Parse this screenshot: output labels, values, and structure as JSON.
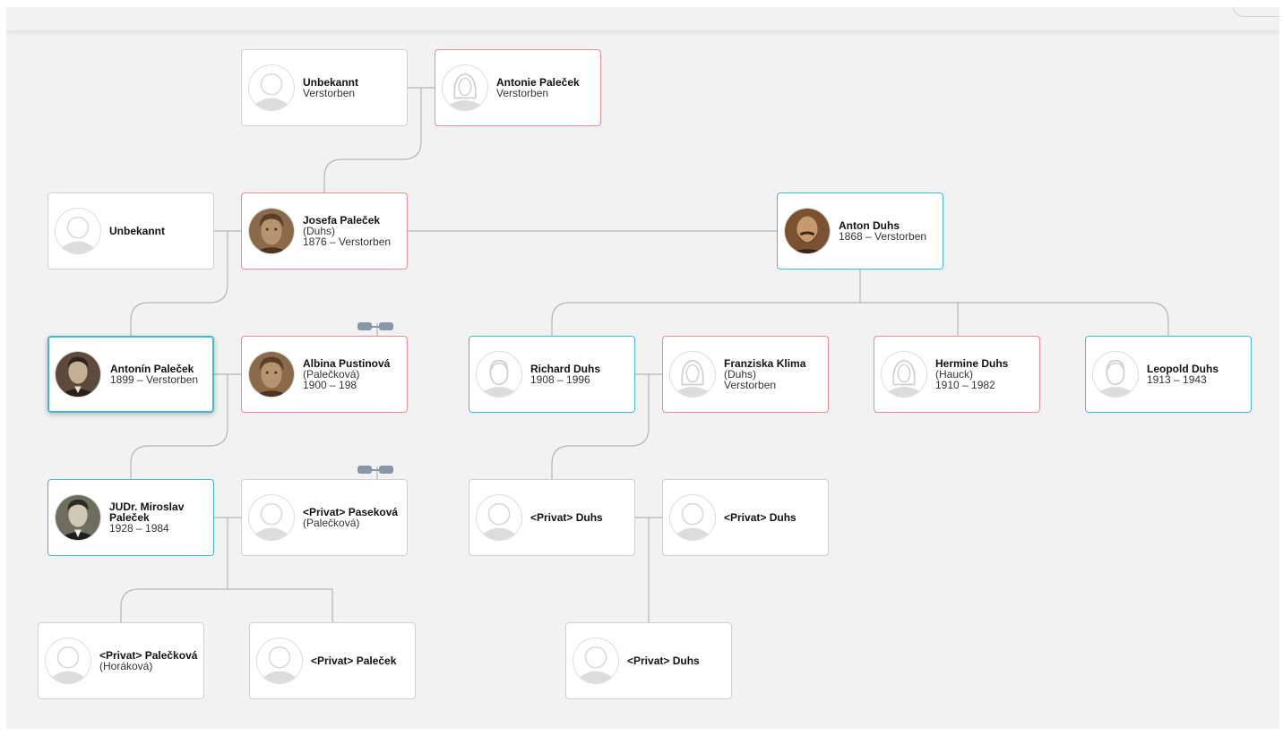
{
  "colors": {
    "female_border": "#f08b8b",
    "male_border": "#3fb9d3",
    "neutral_border": "#cfcfcf",
    "connector": "#b5b5b5",
    "canvas": "#f2f2f2"
  },
  "people": [
    {
      "id": "unbekannt-1",
      "gender": "unknown",
      "photo": "placeholder-icon",
      "name": "Unbekannt",
      "maiden": "",
      "dates": "Verstorben"
    },
    {
      "id": "antonie-palecek",
      "gender": "female",
      "photo": "female-placeholder-icon",
      "name": "Antonie Paleček",
      "maiden": "",
      "dates": "Verstorben"
    },
    {
      "id": "unbekannt-2",
      "gender": "unknown",
      "photo": "placeholder-icon",
      "name": "Unbekannt",
      "maiden": "",
      "dates": ""
    },
    {
      "id": "josefa-palecek",
      "gender": "female",
      "photo": "portrait-photo-woman",
      "name": "Josefa Paleček",
      "maiden": "(Duhs)",
      "dates": "1876 – Verstorben"
    },
    {
      "id": "anton-duhs",
      "gender": "male",
      "photo": "portrait-photo-bearded-man",
      "name": "Anton Duhs",
      "maiden": "",
      "dates": "1868 – Verstorben"
    },
    {
      "id": "antonin-palecek",
      "gender": "male",
      "photo": "portrait-photo-man",
      "name": "Antonín Paleček",
      "maiden": "",
      "dates": "1899 – Verstorben",
      "focus": true
    },
    {
      "id": "albina-pustinova",
      "gender": "female",
      "photo": "portrait-photo-woman",
      "name": "Albina Pustinová",
      "maiden": "(Palečková)",
      "dates": "1900 – 198"
    },
    {
      "id": "richard-duhs",
      "gender": "male",
      "photo": "male-placeholder-icon",
      "name": "Richard Duhs",
      "maiden": "",
      "dates": "1908 – 1996"
    },
    {
      "id": "franziska-klima",
      "gender": "female",
      "photo": "female-placeholder-icon",
      "name": "Franziska Klima",
      "maiden": "(Duhs)",
      "dates": "Verstorben"
    },
    {
      "id": "hermine-duhs",
      "gender": "female",
      "photo": "female-placeholder-icon",
      "name": "Hermine Duhs",
      "maiden": "(Hauck)",
      "dates": "1910 – 1982"
    },
    {
      "id": "leopold-duhs",
      "gender": "male",
      "photo": "male-placeholder-icon",
      "name": "Leopold Duhs",
      "maiden": "",
      "dates": "1913 – 1943"
    },
    {
      "id": "miroslav-palecek",
      "gender": "male",
      "photo": "portrait-photo-young-man",
      "name": "JUDr. Miroslav Paleček",
      "maiden": "",
      "dates": "1928 – 1984"
    },
    {
      "id": "privat-pasekova",
      "gender": "unknown",
      "photo": "placeholder-icon",
      "name": "<Privat> Paseková",
      "maiden": "(Palečková)",
      "dates": ""
    },
    {
      "id": "privat-duhs-1",
      "gender": "unknown",
      "photo": "placeholder-icon",
      "name": "<Privat> Duhs",
      "maiden": "",
      "dates": ""
    },
    {
      "id": "privat-duhs-2",
      "gender": "unknown",
      "photo": "placeholder-icon",
      "name": "<Privat> Duhs",
      "maiden": "",
      "dates": ""
    },
    {
      "id": "privat-palecek-horakova",
      "gender": "unknown",
      "photo": "placeholder-icon",
      "name": "<Privat> Palečková",
      "maiden": "(Horáková)",
      "dates": ""
    },
    {
      "id": "privat-palecek",
      "gender": "unknown",
      "photo": "placeholder-icon",
      "name": "<Privat> Paleček",
      "maiden": "",
      "dates": ""
    },
    {
      "id": "privat-duhs-3",
      "gender": "unknown",
      "photo": "placeholder-icon",
      "name": "<Privat> Duhs",
      "maiden": "",
      "dates": ""
    }
  ]
}
